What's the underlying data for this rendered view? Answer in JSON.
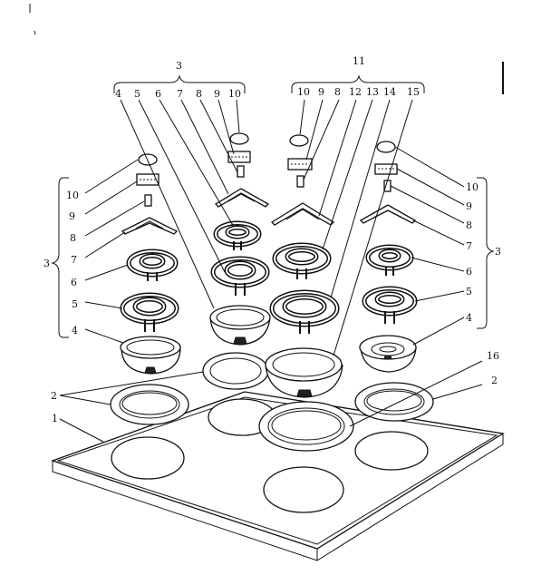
{
  "labels": {
    "group_top_left": "3",
    "group_top_right": "11",
    "group_left": "3",
    "group_right": "3",
    "top_left_row": [
      "4",
      "5",
      "6",
      "7",
      "8",
      "9",
      "10"
    ],
    "top_right_row": [
      "10",
      "9",
      "8",
      "12",
      "13",
      "14",
      "15"
    ],
    "left_col": [
      "10",
      "9",
      "8",
      "7",
      "6",
      "5",
      "4"
    ],
    "right_col": [
      "10",
      "9",
      "8",
      "7",
      "6",
      "5",
      "4"
    ],
    "part_1": "1",
    "part_2_left": "2",
    "part_2_right": "2",
    "part_16": "16"
  }
}
